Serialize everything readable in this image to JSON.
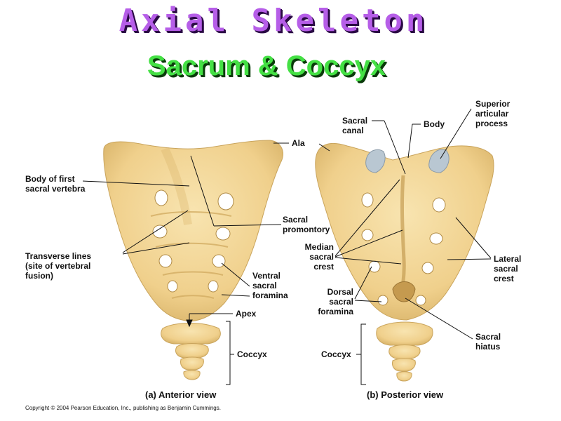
{
  "title": "Axial Skeleton",
  "subtitle": "Sacrum & Coccyx",
  "labels": {
    "ala": "Ala",
    "body_first": "Body of first\nsacral vertebra",
    "sacral_promontory": "Sacral\npromontory",
    "transverse_lines": "Transverse lines\n(site of vertebral\nfusion)",
    "ventral_foramina": "Ventral\nsacral\nforamina",
    "apex": "Apex",
    "coccyx_a": "Coccyx",
    "sacral_canal": "Sacral\ncanal",
    "body": "Body",
    "superior_articular": "Superior\narticular\nprocess",
    "median_crest": "Median\nsacral\ncrest",
    "lateral_crest": "Lateral\nsacral\ncrest",
    "dorsal_foramina": "Dorsal\nsacral\nforamina",
    "sacral_hiatus": "Sacral\nhiatus",
    "coccyx_b": "Coccyx"
  },
  "captions": {
    "anterior": "(a) Anterior view",
    "posterior": "(b) Posterior view"
  },
  "copyright": "Copyright © 2004 Pearson Education, Inc., publishing as Benjamin Cummings.",
  "colors": {
    "bone": "#f3d79a",
    "bone_shade": "#d9b46a",
    "title_purple": "#b65ee8",
    "title_green": "#44e044"
  }
}
